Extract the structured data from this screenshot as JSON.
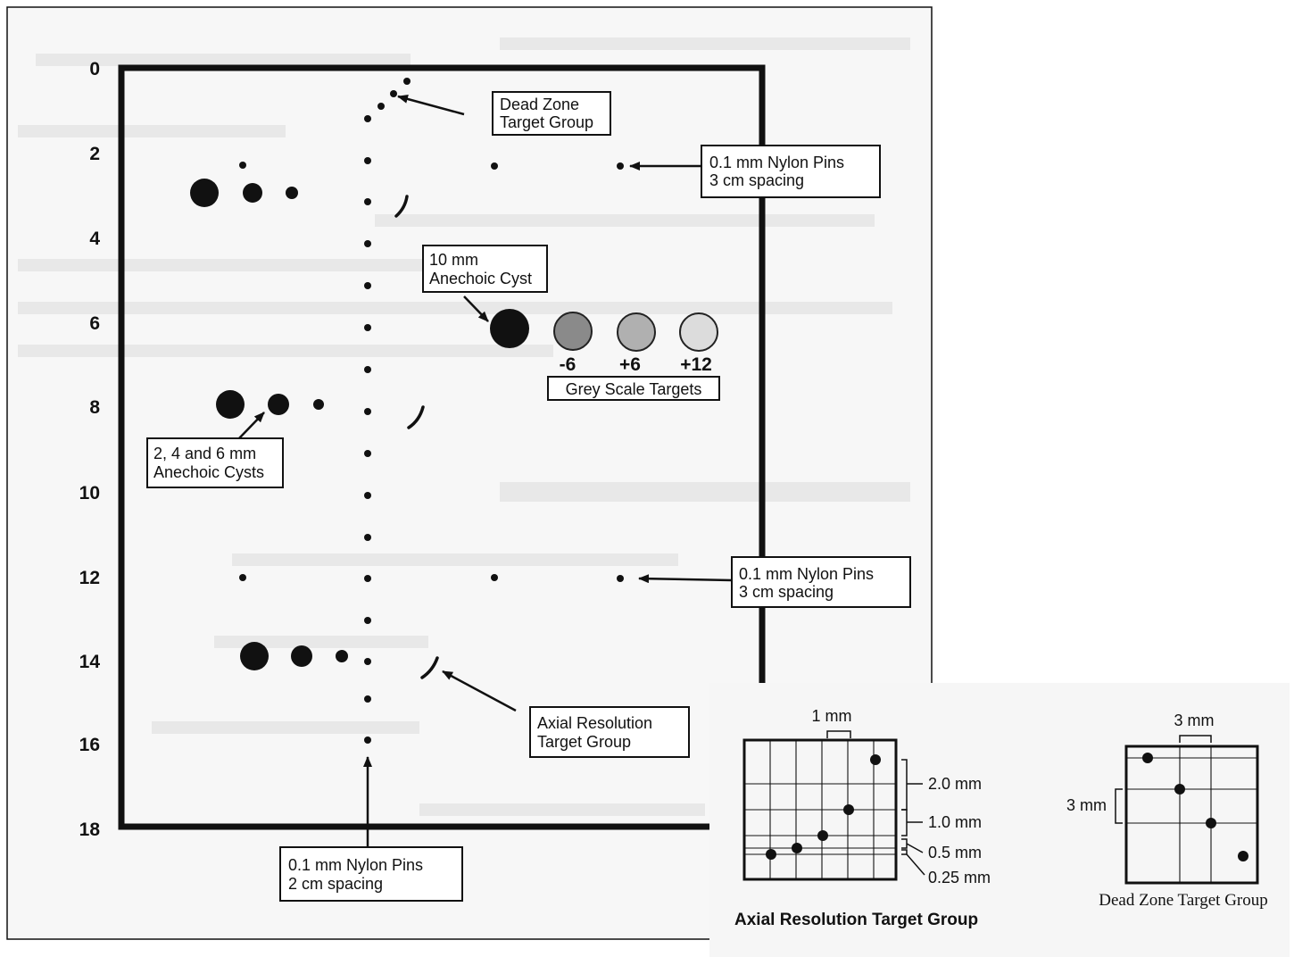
{
  "depth_scale": [
    "0",
    "2",
    "4",
    "6",
    "8",
    "10",
    "12",
    "14",
    "16",
    "18"
  ],
  "callouts": {
    "dead_zone": [
      "Dead Zone",
      "Target Group"
    ],
    "nylon_pins_top": [
      "0.1 mm Nylon Pins",
      "3 cm spacing"
    ],
    "anechoic_10mm": [
      "10 mm",
      "Anechoic Cyst"
    ],
    "anechoic_small": [
      "2, 4 and 6 mm",
      "Anechoic Cysts"
    ],
    "nylon_pins_mid": [
      "0.1 mm Nylon Pins",
      "3 cm spacing"
    ],
    "axial_resolution": [
      "Axial Resolution",
      "Target Group"
    ],
    "nylon_pins_bottom": [
      "0.1 mm Nylon Pins",
      "2 cm spacing"
    ]
  },
  "grey_scale": {
    "labels": [
      "-6",
      "+6",
      "+12"
    ],
    "caption": "Grey Scale Targets",
    "colors": [
      "#8a8a8a",
      "#b0b0b0",
      "#dcdcdc"
    ]
  },
  "axial_inset": {
    "top_label": "1 mm",
    "dims": [
      "2.0 mm",
      "1.0 mm",
      "0.5 mm",
      "0.25 mm"
    ],
    "caption": "Axial Resolution Target Group"
  },
  "dead_zone_inset": {
    "top_label": "3 mm",
    "side_label": "3 mm",
    "caption": "Dead Zone Target Group"
  }
}
